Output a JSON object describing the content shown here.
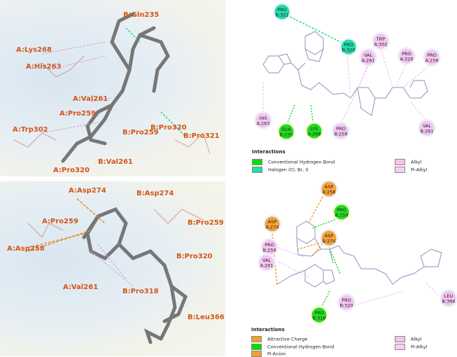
{
  "panel_a_3d": {
    "labels": [
      "A:Lys268",
      "A:His263",
      "B:Gln235",
      "A:Val261",
      "A:Pro259",
      "A:Trp302",
      "B:Pro259",
      "B:Pro320",
      "B:Pro321",
      "B:Val261",
      "A:Pro320"
    ]
  },
  "panel_b_3d": {
    "labels": [
      "A:Asp274",
      "B:Asp274",
      "A:Pro259",
      "B:Pro259",
      "A:Asp258",
      "B:Pro320",
      "A:Val261",
      "B:Pro318",
      "B:Leu366"
    ]
  },
  "panel_a_2d": {
    "residues": [
      {
        "name": "PRO",
        "id": "B:321",
        "type": "halogen"
      },
      {
        "name": "PRO",
        "id": "B:320",
        "type": "halogen"
      },
      {
        "name": "TRP",
        "id": "A:302",
        "type": "alkyl"
      },
      {
        "name": "VAL",
        "id": "A:261",
        "type": "alkyl"
      },
      {
        "name": "PRO",
        "id": "A:320",
        "type": "alkyl"
      },
      {
        "name": "PRO",
        "id": "A:259",
        "type": "alkyl"
      },
      {
        "name": "HIS",
        "id": "A:263",
        "type": "alkyl"
      },
      {
        "name": "GLN",
        "id": "B:235",
        "type": "hbond"
      },
      {
        "name": "LYS",
        "id": "A:268",
        "type": "hbond"
      },
      {
        "name": "PRO",
        "id": "B:259",
        "type": "alkyl"
      },
      {
        "name": "VAL",
        "id": "B:261",
        "type": "alkyl"
      }
    ],
    "legend_title": "Interactions",
    "legend": [
      {
        "label": "Conventional Hydrogen Bond",
        "color": "#00e000"
      },
      {
        "label": "Halogen (Cl, Br, I)",
        "color": "#20e0a0"
      },
      {
        "label": "Alkyl",
        "color": "#f3c2f0"
      },
      {
        "label": "Pi-Alkyl",
        "color": "#f6d0f3"
      }
    ]
  },
  "panel_b_2d": {
    "residues": [
      {
        "name": "ASP",
        "id": "A:258",
        "type": "charge"
      },
      {
        "name": "PRO",
        "id": "A:259",
        "type": "hbond"
      },
      {
        "name": "ASP",
        "id": "A:274",
        "type": "charge"
      },
      {
        "name": "ASP",
        "id": "B:274",
        "type": "charge"
      },
      {
        "name": "PRO",
        "id": "B:259",
        "type": "alkyl"
      },
      {
        "name": "VAL",
        "id": "A:261",
        "type": "alkyl"
      },
      {
        "name": "PRO",
        "id": "B:320",
        "type": "alkyl"
      },
      {
        "name": "PRO",
        "id": "B:318",
        "type": "hbond"
      },
      {
        "name": "LEU",
        "id": "B:366",
        "type": "alkyl"
      }
    ],
    "legend_title": "Interactions",
    "legend": [
      {
        "label": "Attractive Charge",
        "color": "#f0a030"
      },
      {
        "label": "Conventional Hydrogen Bond",
        "color": "#00e000"
      },
      {
        "label": "Pi-Anion",
        "color": "#f0a030"
      },
      {
        "label": "Alkyl",
        "color": "#f3c2f0"
      },
      {
        "label": "Pi-Alkyl",
        "color": "#f6d0f3"
      }
    ]
  },
  "colors": {
    "label": "#d2561a",
    "hbond": "#22dd22",
    "halogen": "#22ddaa",
    "alkyl": "#f4c6f1",
    "charge": "#f5a33a",
    "bond": "#7a7ab5"
  }
}
